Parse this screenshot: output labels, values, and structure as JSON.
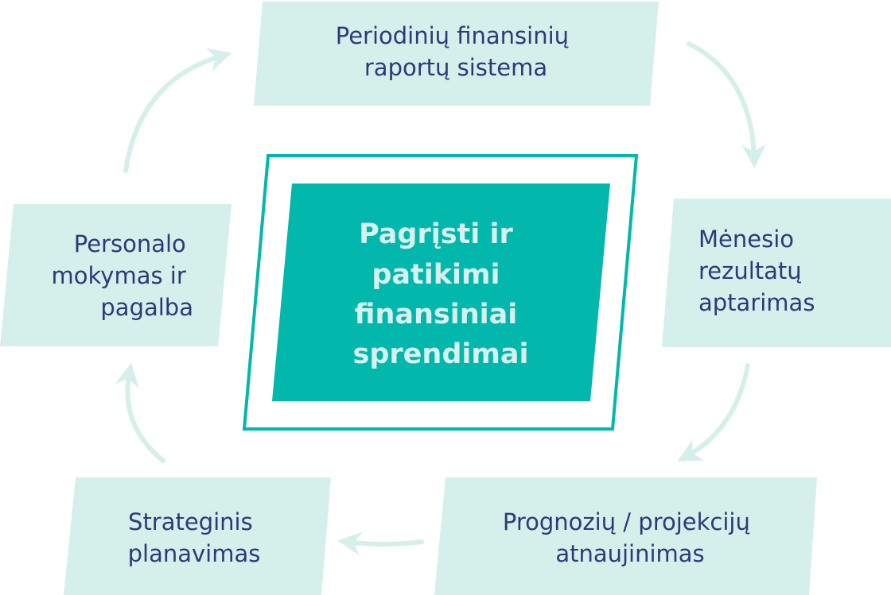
{
  "colors": {
    "box_fill": "#d5efeb",
    "center_fill": "#02b7ab",
    "center_border": "#02b7ab",
    "box_text": "#2e3a78",
    "center_text": "#d7f1ee",
    "arrow": "#d5efeb"
  },
  "center": {
    "lines": [
      "Pagrįsti ir",
      "patikimi",
      "finansiniai",
      "sprendimai"
    ]
  },
  "steps": {
    "top": {
      "lines": [
        "Periodinių finansinių",
        "raportų sistema"
      ]
    },
    "right": {
      "lines": [
        "Mėnesio",
        "rezultatų",
        "aptarimas"
      ]
    },
    "bottom_right": {
      "lines": [
        "Prognozių / projekcijų",
        "atnaujinimas"
      ]
    },
    "bottom_left": {
      "lines": [
        "Strateginis",
        "planavimas"
      ]
    },
    "left": {
      "lines": [
        "Personalo",
        "mokymas ir",
        "pagalba"
      ]
    }
  }
}
